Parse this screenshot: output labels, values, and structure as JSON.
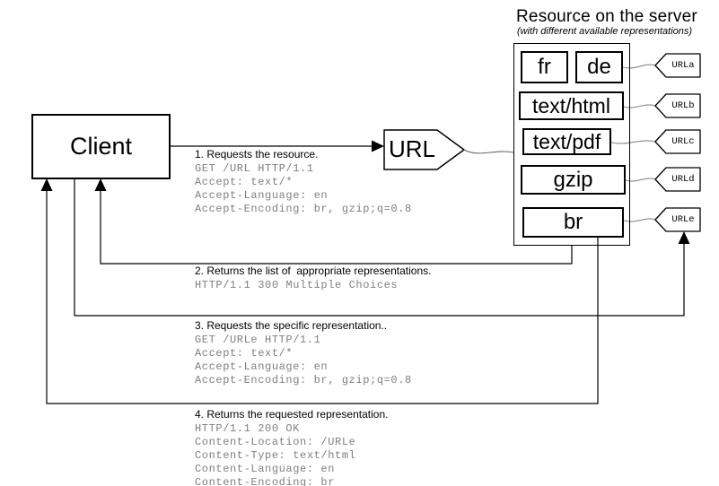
{
  "server": {
    "title": "Resource on the server",
    "subtitle": "(with different available representations)",
    "representations": [
      {
        "label": "fr"
      },
      {
        "label": "de"
      },
      {
        "label": "text/html"
      },
      {
        "label": "text/pdf"
      },
      {
        "label": "gzip"
      },
      {
        "label": "br"
      }
    ],
    "url_tags": [
      {
        "label": "URLa"
      },
      {
        "label": "URLb"
      },
      {
        "label": "URLc"
      },
      {
        "label": "URLd"
      },
      {
        "label": "URLe"
      }
    ]
  },
  "client": {
    "label": "Client"
  },
  "url_node": {
    "label": "URL"
  },
  "steps": [
    {
      "heading": "1. Requests the resource.",
      "body": [
        "GET /URL HTTP/1.1",
        "Accept: text/*",
        "Accept-Language: en",
        "Accept-Encoding: br, gzip;q=0.8"
      ]
    },
    {
      "heading": "2. Returns the list of  appropriate representations.",
      "body": [
        "HTTP/1.1 300 Multiple Choices"
      ]
    },
    {
      "heading": "3. Requests the specific representation..",
      "body": [
        "GET /URLe HTTP/1.1",
        "Accept: text/*",
        "Accept-Language: en",
        "Accept-Encoding: br, gzip;q=0.8"
      ]
    },
    {
      "heading": "4. Returns the requested representation.",
      "body": [
        "HTTP/1.1 200 OK",
        "Content-Location: /URLe",
        "Content-Type: text/html",
        "Content-Language: en",
        "Content-Encoding: br"
      ]
    }
  ],
  "colors": {
    "wire": "#000000",
    "muted_text": "#7f7f7f",
    "tag_connector": "#8a8a8a"
  }
}
